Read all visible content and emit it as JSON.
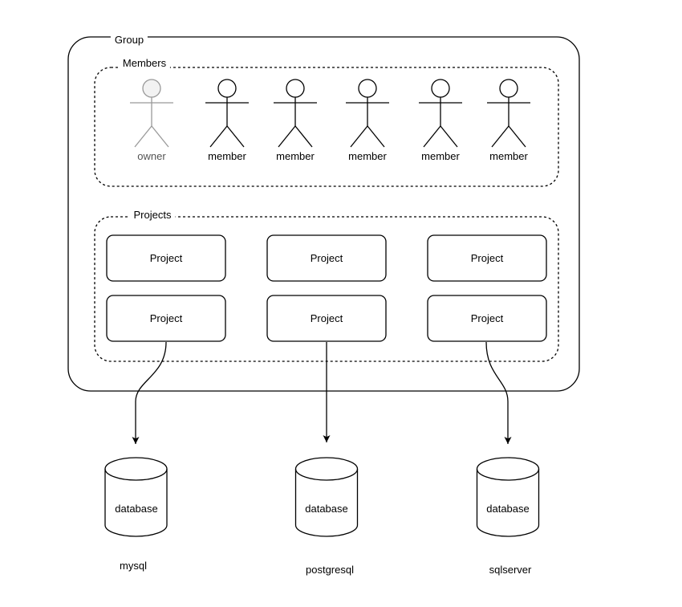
{
  "diagram": {
    "group": {
      "label": "Group"
    },
    "members": {
      "label": "Members",
      "figures": [
        {
          "role": "owner",
          "label": "owner"
        },
        {
          "role": "member",
          "label": "member"
        },
        {
          "role": "member",
          "label": "member"
        },
        {
          "role": "member",
          "label": "member"
        },
        {
          "role": "member",
          "label": "member"
        },
        {
          "role": "member",
          "label": "member"
        }
      ]
    },
    "projects": {
      "label": "Projects",
      "items": [
        {
          "label": "Project"
        },
        {
          "label": "Project"
        },
        {
          "label": "Project"
        },
        {
          "label": "Project"
        },
        {
          "label": "Project"
        },
        {
          "label": "Project"
        }
      ]
    },
    "databases": [
      {
        "label": "database",
        "caption": "mysql"
      },
      {
        "label": "database",
        "caption": "postgresql"
      },
      {
        "label": "database",
        "caption": "sqlserver"
      }
    ],
    "colors": {
      "stroke": "#000000",
      "text": "#000000",
      "owner_stroke": "#999999",
      "owner_fill": "#f2f2f2",
      "owner_text": "#545454",
      "background": "#ffffff"
    }
  }
}
